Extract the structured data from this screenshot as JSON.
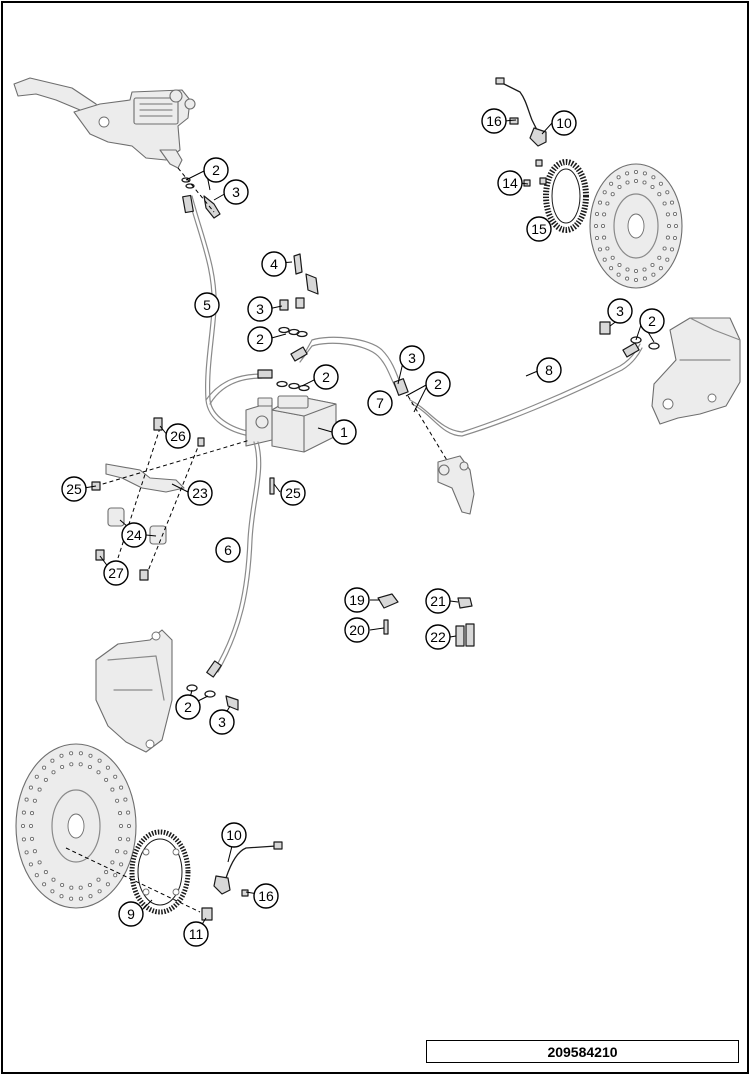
{
  "drawing_number": "209584210",
  "callouts": [
    {
      "id": "c1",
      "label": "1"
    },
    {
      "id": "c2a",
      "label": "2"
    },
    {
      "id": "c2b",
      "label": "2"
    },
    {
      "id": "c2c",
      "label": "2"
    },
    {
      "id": "c2d",
      "label": "2"
    },
    {
      "id": "c2e",
      "label": "2"
    },
    {
      "id": "c2f",
      "label": "2"
    },
    {
      "id": "c3a",
      "label": "3"
    },
    {
      "id": "c3b",
      "label": "3"
    },
    {
      "id": "c3c",
      "label": "3"
    },
    {
      "id": "c3d",
      "label": "3"
    },
    {
      "id": "c3e",
      "label": "3"
    },
    {
      "id": "c4",
      "label": "4"
    },
    {
      "id": "c5",
      "label": "5"
    },
    {
      "id": "c6",
      "label": "6"
    },
    {
      "id": "c7",
      "label": "7"
    },
    {
      "id": "c8",
      "label": "8"
    },
    {
      "id": "c9",
      "label": "9"
    },
    {
      "id": "c10a",
      "label": "10"
    },
    {
      "id": "c10b",
      "label": "10"
    },
    {
      "id": "c11",
      "label": "11"
    },
    {
      "id": "c14",
      "label": "14"
    },
    {
      "id": "c15",
      "label": "15"
    },
    {
      "id": "c16a",
      "label": "16"
    },
    {
      "id": "c16b",
      "label": "16"
    },
    {
      "id": "c19",
      "label": "19"
    },
    {
      "id": "c20",
      "label": "20"
    },
    {
      "id": "c21",
      "label": "21"
    },
    {
      "id": "c22",
      "label": "22"
    },
    {
      "id": "c23",
      "label": "23"
    },
    {
      "id": "c24",
      "label": "24"
    },
    {
      "id": "c25a",
      "label": "25"
    },
    {
      "id": "c25b",
      "label": "25"
    },
    {
      "id": "c26",
      "label": "26"
    },
    {
      "id": "c27",
      "label": "27"
    }
  ]
}
